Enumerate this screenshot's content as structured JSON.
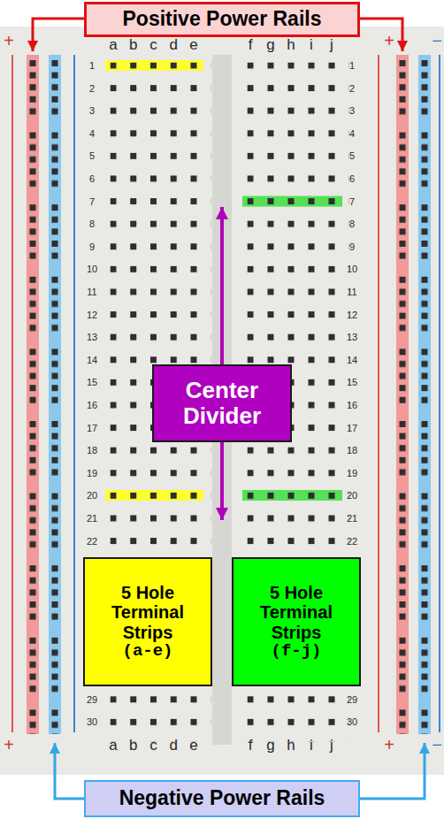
{
  "diagram": {
    "nodes": [
      {
        "text": [
          "Positive Power Rails"
        ]
      },
      {
        "text": [
          "Center Divider"
        ]
      },
      {
        "text": [
          "5 Hole Terminal Strips",
          "(a-e)"
        ]
      },
      {
        "text": [
          "5 Hole Terminal Strips",
          "(f-j)"
        ]
      },
      {
        "text": [
          "Negative Power Rails"
        ]
      }
    ],
    "labels": [
      "a",
      "b",
      "c",
      "d",
      "e",
      "f",
      "g",
      "h",
      "i",
      "j",
      "1",
      "2",
      "3",
      "4",
      "5",
      "6",
      "7",
      "8",
      "9",
      "10",
      "11",
      "12",
      "13",
      "14",
      "15",
      "16",
      "17",
      "18",
      "19",
      "20",
      "21",
      "22",
      "29",
      "30",
      "1",
      "2",
      "3",
      "4",
      "5",
      "6",
      "7",
      "8",
      "9",
      "10",
      "11",
      "12",
      "13",
      "14",
      "15",
      "16",
      "17",
      "18",
      "19",
      "20",
      "21",
      "22",
      "29",
      "30",
      "a",
      "b",
      "c",
      "d",
      "e",
      "f",
      "g",
      "h",
      "i",
      "j",
      "+",
      "+",
      "−",
      "+",
      "+",
      "−"
    ]
  }
}
